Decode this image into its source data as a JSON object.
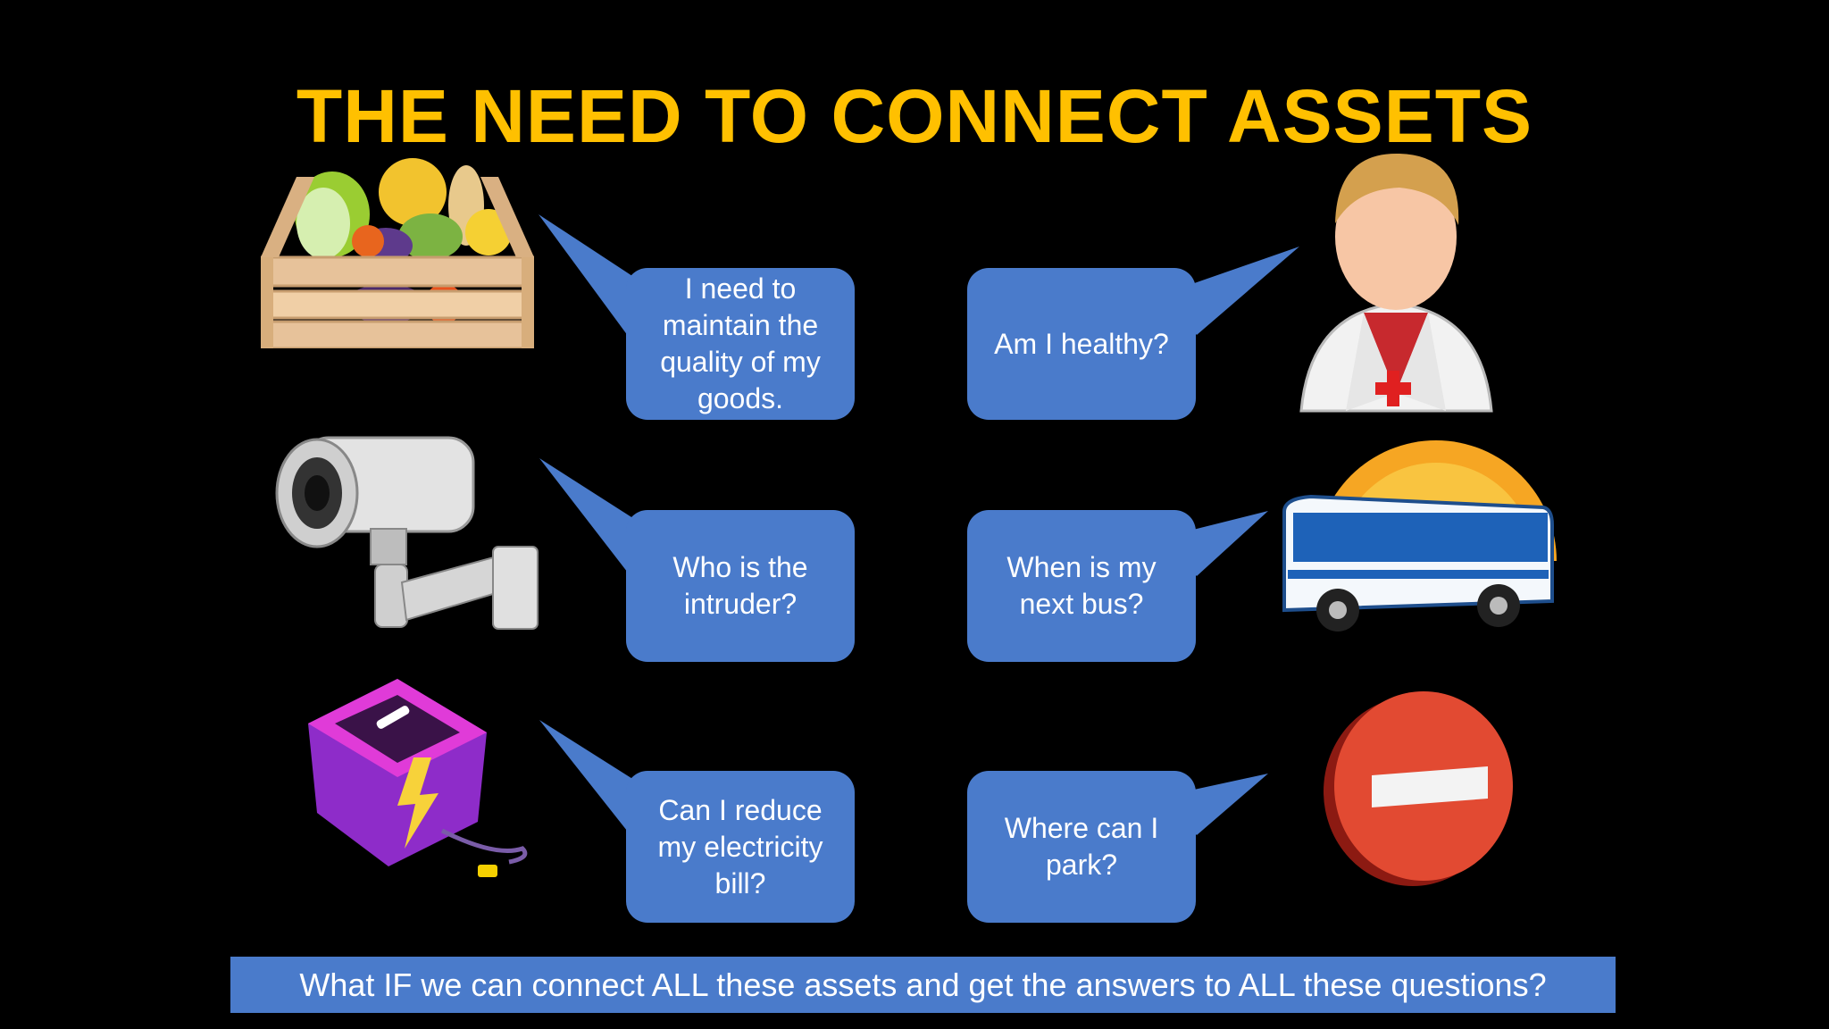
{
  "slide": {
    "title": "THE NEED TO CONNECT ASSETS",
    "bubbles": [
      {
        "text": "I need to maintain the quality of my goods.",
        "asset": "produce-crate"
      },
      {
        "text": "Am I healthy?",
        "asset": "doctor"
      },
      {
        "text": "Who is the intruder?",
        "asset": "security-camera"
      },
      {
        "text": "When is my next bus?",
        "asset": "bus"
      },
      {
        "text": "Can I reduce my electricity bill?",
        "asset": "power-meter"
      },
      {
        "text": "Where can I park?",
        "asset": "no-entry-sign"
      }
    ],
    "footer": "What IF we can connect ALL these assets and get the answers to ALL these questions?",
    "colors": {
      "background": "#000000",
      "title": "#FFC000",
      "bubble": "#4A7BCB",
      "text": "#FFFFFF"
    }
  }
}
